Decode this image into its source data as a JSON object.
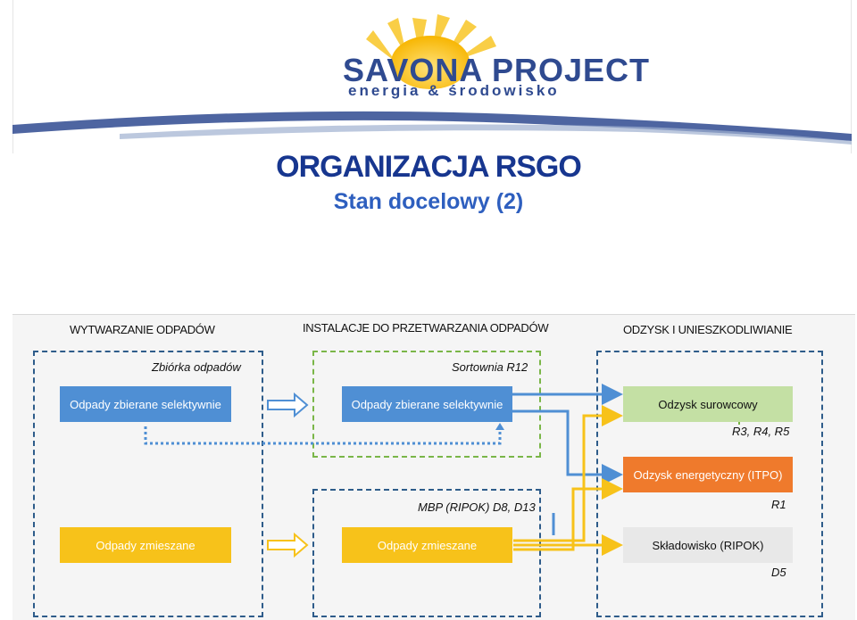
{
  "header": {
    "brand": "SAVONA PROJECT",
    "tagline": "energia & środowisko"
  },
  "title": {
    "main": "ORGANIZACJA RSGO",
    "sub": "Stan docelowy (2)"
  },
  "columns": {
    "col1": "WYTWARZANIE ODPADÓW",
    "col2": "INSTALACJE DO PRZETWARZANIA ODPADÓW",
    "col3": "ODZYSK I UNIESZKODLIWIANIE"
  },
  "groups": {
    "collection": "Zbiórka odpadów",
    "sorting": "Sortownia R12",
    "mbp": "MBP (RIPOK) D8, D13"
  },
  "nodes": {
    "selective_source": "Odpady zbierane selektywnie",
    "selective_sorting": "Odpady zbierane selektywnie",
    "mixed_source": "Odpady zmieszane",
    "mixed_mbp": "Odpady zmieszane",
    "material_recovery": "Odzysk surowcowy",
    "energy_recovery": "Odzysk energetyczny (ITPO)",
    "landfill": "Składowisko (RIPOK)"
  },
  "codes": {
    "material": "R3, R4, R5",
    "energy": "R1",
    "landfill": "D5"
  },
  "colors": {
    "blue": "#4f8fd4",
    "yellow": "#f7c21a",
    "green": "#c4e0a4",
    "orange": "#ef7a2c",
    "gray": "#e8e8e8",
    "dash_blue": "#2e5c8a",
    "dash_green": "#7ab648"
  }
}
